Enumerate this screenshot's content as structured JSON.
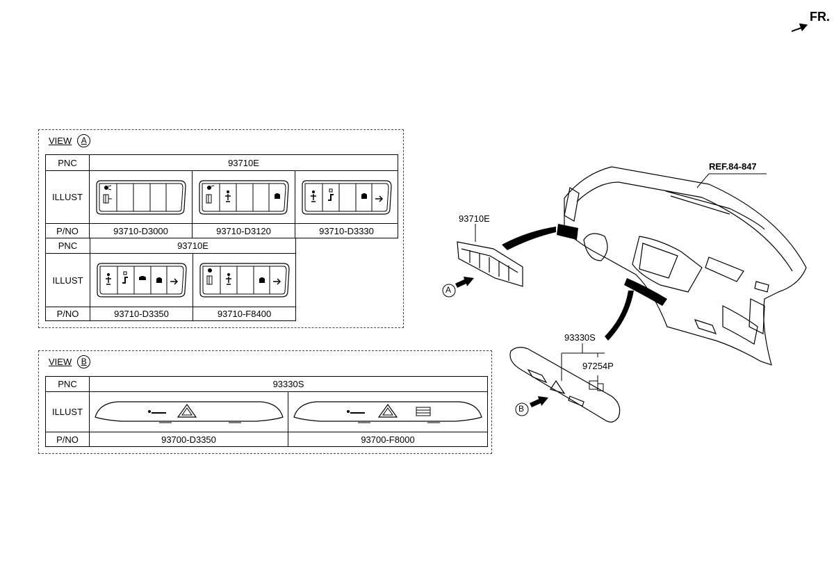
{
  "view_a": {
    "title": "VIEW",
    "marker": "A",
    "row_labels": {
      "pnc": "PNC",
      "illust": "ILLUST",
      "pno": "P/NO"
    },
    "table1": {
      "pnc": "93710E",
      "parts": [
        "93710-D3000",
        "93710-D3120",
        "93710-D3330"
      ]
    },
    "table2": {
      "pnc": "93710E",
      "parts": [
        "93710-D3350",
        "93710-F8400"
      ]
    }
  },
  "view_b": {
    "title": "VIEW",
    "marker": "B",
    "row_labels": {
      "pnc": "PNC",
      "illust": "ILLUST",
      "pno": "P/NO"
    },
    "table": {
      "pnc": "93330S",
      "parts": [
        "93700-D3350",
        "93700-F8000"
      ]
    }
  },
  "diagram": {
    "fr_label": "FR.",
    "ref_label": "REF.84-847",
    "callout_93710e": "93710E",
    "callout_93330s": "93330S",
    "callout_97254p": "97254P",
    "marker_a": "A",
    "marker_b": "B"
  },
  "icons": [
    "headlamp-level-icon",
    "esc-off-icon",
    "seat-belt-icon",
    "heated-seat-icon",
    "parking-sensor-icon",
    "trunk-icon",
    "hazard-icon",
    "usb-icon",
    "seat-heater-icon"
  ]
}
